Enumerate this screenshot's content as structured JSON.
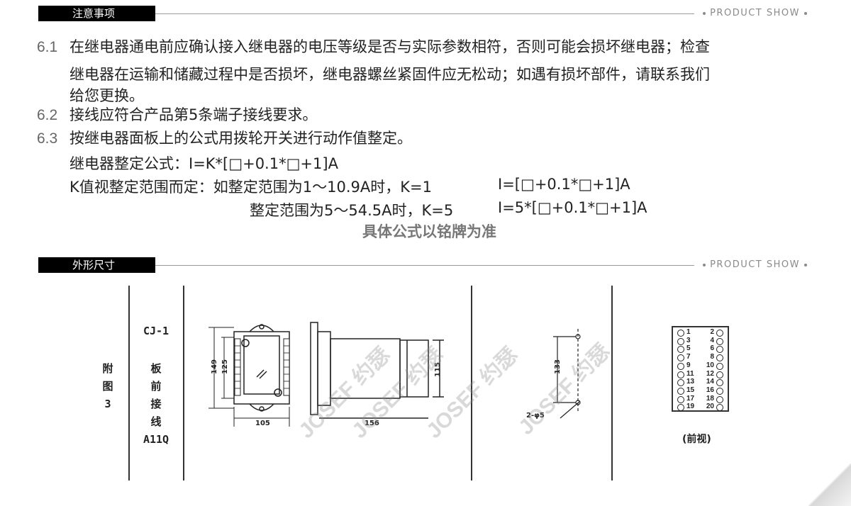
{
  "sections": [
    {
      "title": "注意事项",
      "tag": "PRODUCT SHOW"
    },
    {
      "title": "外形尺寸",
      "tag": "PRODUCT SHOW"
    }
  ],
  "notes": [
    {
      "num": "6.1",
      "lines": [
        "在继电器通电前应确认接入继电器的电压等级是否与实际参数相符，否则可能会损坏继电器；检查",
        "继电器在运输和储藏过程中是否损坏，继电器螺丝紧固件应无松动；如遇有损坏部件，请联系我们",
        "给您更换。"
      ]
    },
    {
      "num": "6.2",
      "lines": [
        "接线应符合产品第5条端子接线要求。"
      ]
    },
    {
      "num": "6.3",
      "lines": [
        "按继电器面板上的公式用拨轮开关进行动作值整定。"
      ]
    }
  ],
  "formula": {
    "line1": "继电器整定公式：I=K*[□+0.1*□+1]A",
    "line2_a": "K值视整定范围而定：如整定范围为1～10.9A时，K=1",
    "line2_b": "I=[□+0.1*□+1]A",
    "line3_a": "整定范围为5～54.5A时，K=5",
    "line3_b": "I=5*[□+0.1*□+1]A",
    "note": "具体公式以铭牌为准"
  },
  "drawing": {
    "fig": [
      "附",
      "图",
      "3"
    ],
    "model": "CJ-1",
    "desc": [
      "板",
      "前",
      "接",
      "线",
      "A11Q"
    ],
    "dims": {
      "h_outer": "149",
      "h_inner": "125",
      "width": "105",
      "depth": "156",
      "side_h": "115",
      "hole_dist": "133",
      "hole": "2-φ5"
    },
    "front_view": "(前视)",
    "watermark": "JOSEF 约瑟"
  },
  "terminals": [
    [
      "1",
      "2"
    ],
    [
      "3",
      "4"
    ],
    [
      "5",
      "6"
    ],
    [
      "7",
      "8"
    ],
    [
      "9",
      "10"
    ],
    [
      "11",
      "12"
    ],
    [
      "13",
      "14"
    ],
    [
      "15",
      "16"
    ],
    [
      "17",
      "18"
    ],
    [
      "19",
      "20"
    ]
  ]
}
